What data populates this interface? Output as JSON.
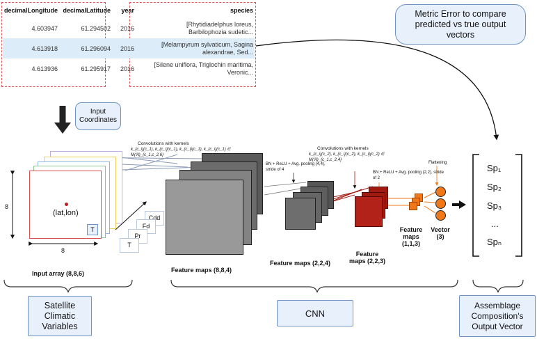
{
  "table": {
    "headers": [
      "decimalLongitude",
      "decimalLatitude",
      "year",
      "species"
    ],
    "rows": [
      [
        "4.603947",
        "61.294502",
        "2016",
        "[Rhytidiadelphus loreus, Barbilophozia sudetic..."
      ],
      [
        "4.613918",
        "61.296094",
        "2016",
        "[Melampyrum sylvaticum, Sagina alexandrae, Sed..."
      ],
      [
        "4.613936",
        "61.295917",
        "2016",
        "[Silene uniflora, Triglochin maritima, Veronic..."
      ]
    ]
  },
  "metric_box": "Metric Error to compare predicted vs true output vectors",
  "input_coords_box": "Input Coordinates",
  "input_array": {
    "point_label": "(lat,lon)",
    "t_label": "T",
    "dim_h": "8",
    "dim_w": "8",
    "caption": "Input array (8,8,6)",
    "var_stack": [
      "Cdd",
      "Fd",
      "Pr",
      "T"
    ]
  },
  "stage1": {
    "annotation_title": "Convolutions with kernels",
    "annotation_formula": "k_{c_i}(c_1), k_{c_i}(c_1), k_{c_i}(c_1), k_{c_i}(c_1) ∈ M(ℝ)_{c_1,c_2,6}",
    "caption": "Feature maps (8,8,4)"
  },
  "stage2": {
    "bn_label": "BN + ReLU + Avg. pooling (4,4), stride of 4",
    "annotation_title": "Convolutions with kernels",
    "annotation_formula": "k_{c_i}(c_2), k_{c_i}(c_2), k_{c_i}(c_2) ∈ M(ℝ)_{c_1,c_2,4}",
    "caption": "Feature maps (2,2,4)"
  },
  "stage3": {
    "bn_label": "BN + ReLU + Avg. pooling (2,2), stride of 2",
    "caption_line1": "Feature",
    "caption_line2": "maps (2,2,3)"
  },
  "stage4": {
    "flatten_label": "Flattening",
    "caption_line1": "Feature",
    "caption_line2": "maps",
    "caption_line3": "(1,1,3)"
  },
  "vector": {
    "caption_line1": "Vector",
    "caption_line2": "(3)"
  },
  "output_vector": [
    "Sp₁",
    "Sp₂",
    "Sp₃",
    "...",
    "Spₙ"
  ],
  "bottom_boxes": {
    "satellite": "Satellite Climatic Variables",
    "cnn": "CNN",
    "assemblage": "Assemblage Composition's Output Vector"
  },
  "colors": {
    "dashed_red": "#e05555",
    "box_blue": "#e7f0fb",
    "dark_red": "#a01a10",
    "orange": "#f07818"
  }
}
